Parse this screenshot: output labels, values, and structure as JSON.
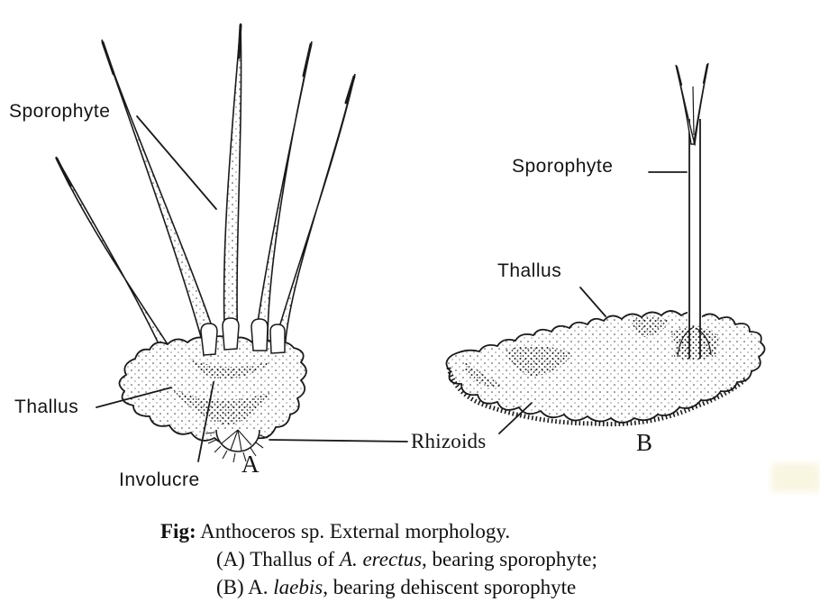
{
  "page": {
    "background": "#ffffff",
    "ink_color": "#1a1a1a"
  },
  "diagram": {
    "labels": {
      "sporophyte_a": "Sporophyte",
      "thallus_a": "Thallus",
      "involucre": "Involucre",
      "letter_a": "A",
      "sporophyte_b": "Sporophyte",
      "thallus_b": "Thallus",
      "rhizoids": "Rhizoids",
      "letter_b": "B"
    },
    "caption": {
      "fig_label": "Fig:",
      "title": "Anthoceros sp. External morphology.",
      "line_a_prefix": "(A) Thallus of ",
      "line_a_species": "A. erectus",
      "line_a_suffix": ", bearing sporophyte;",
      "line_b_prefix": "(B) A. ",
      "line_b_species": "laebis",
      "line_b_suffix": ", bearing dehiscent sporophyte"
    }
  }
}
